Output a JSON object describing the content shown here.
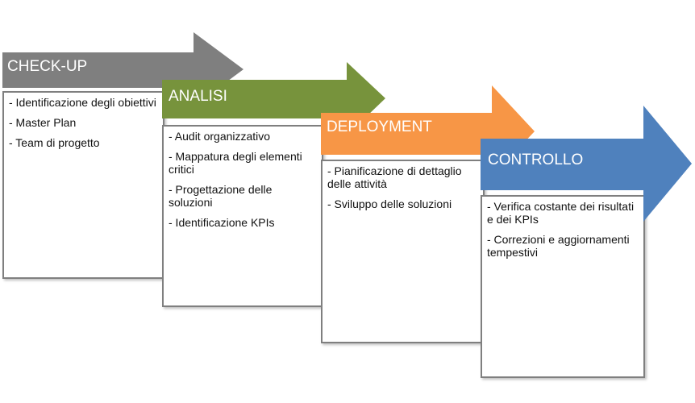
{
  "stages": [
    {
      "id": "checkup",
      "title": "CHECK-UP",
      "color": "#7f7f7f",
      "items": [
        "- Identificazione degli obiettivi",
        "- Master Plan",
        "- Team di progetto"
      ]
    },
    {
      "id": "analisi",
      "title": "ANALISI",
      "color": "#77933c",
      "items": [
        "- Audit organizzativo",
        "- Mappatura degli elementi critici",
        "- Progettazione delle soluzioni",
        "- Identificazione KPIs"
      ]
    },
    {
      "id": "deployment",
      "title": "DEPLOYMENT",
      "color": "#f79646",
      "items": [
        "- Pianificazione di dettaglio delle attività",
        "- Sviluppo delle soluzioni"
      ]
    },
    {
      "id": "controllo",
      "title": "CONTROLLO",
      "color": "#4f81bd",
      "items": [
        "- Verifica costante dei risultati e dei KPIs",
        "- Correzioni e aggiornamenti tempestivi"
      ]
    }
  ]
}
